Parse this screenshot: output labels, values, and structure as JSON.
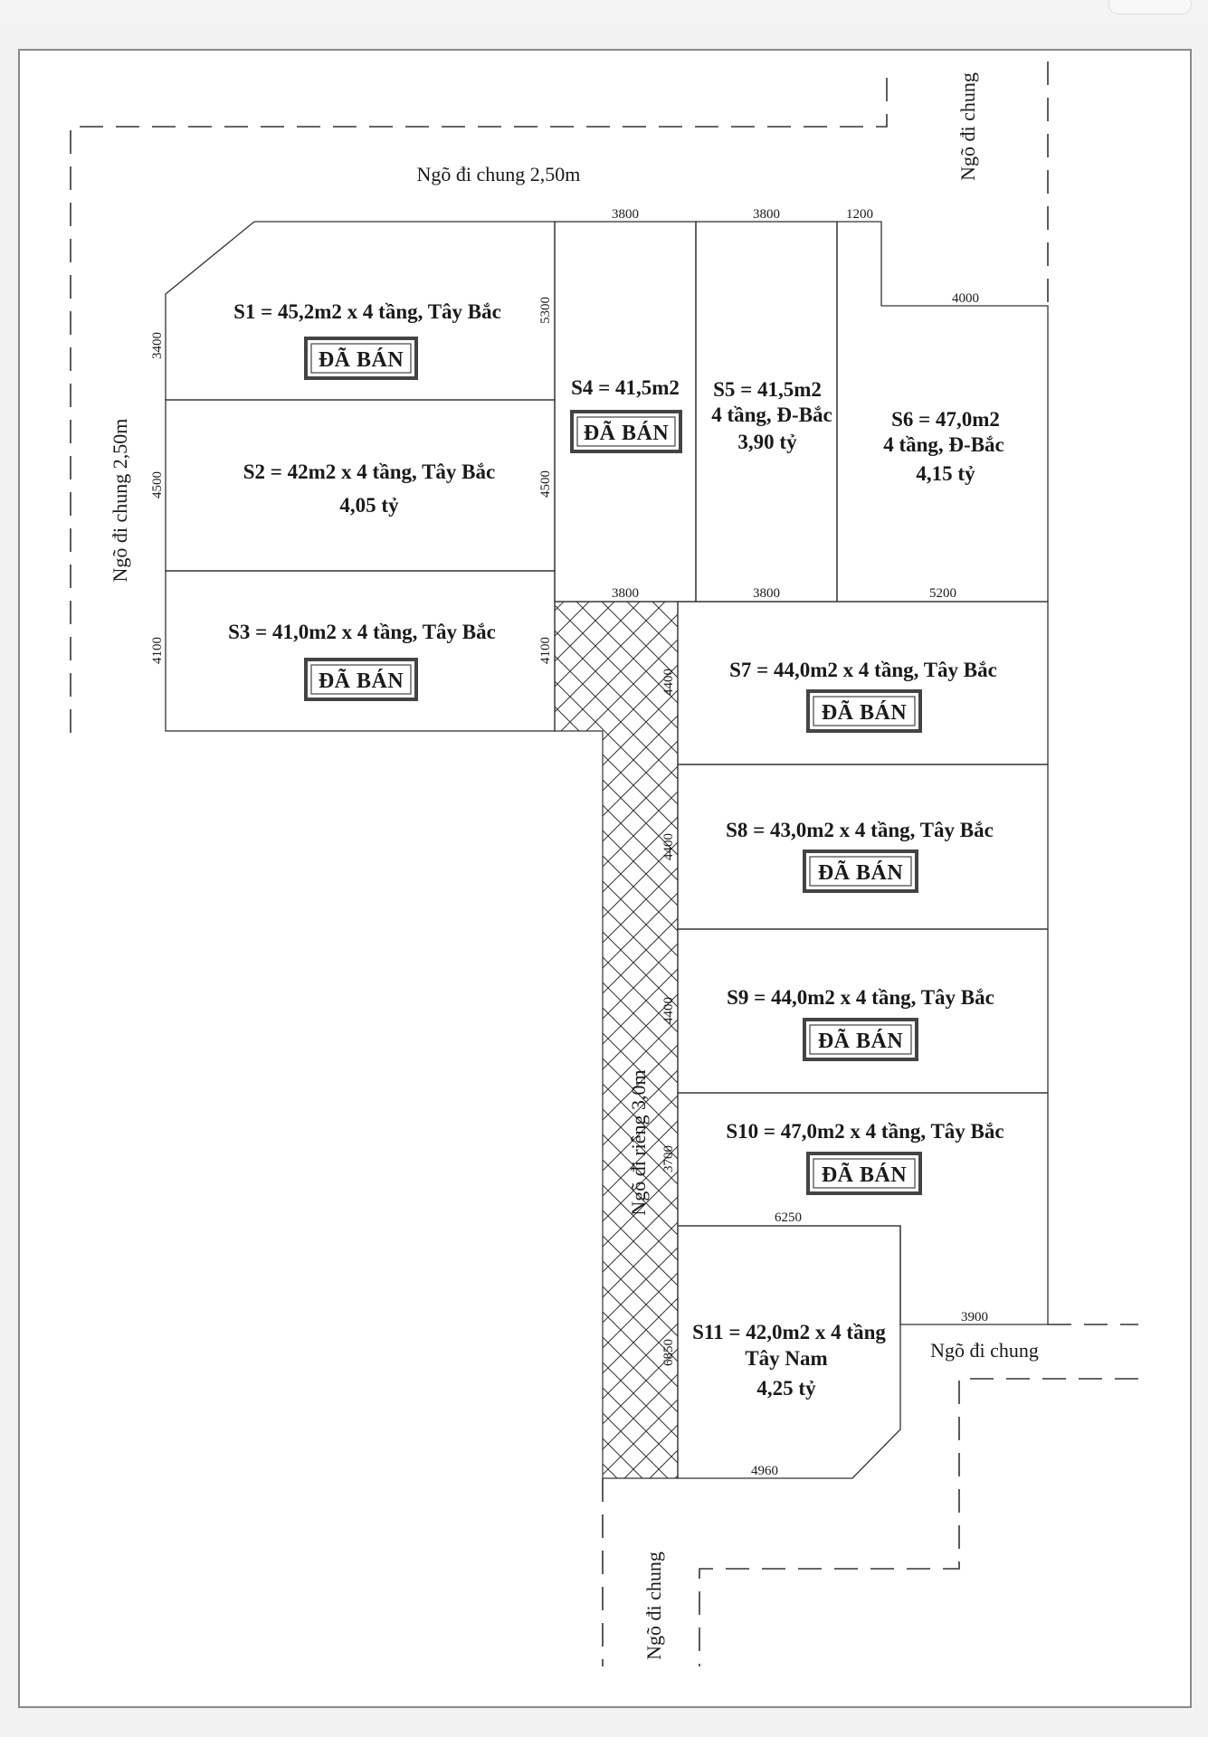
{
  "roads": {
    "top_common": "Ngõ đi chung 2,50m",
    "top_right_common": "Ngõ đi chung",
    "left_common": "Ngõ đi chung 2,50m",
    "private_lane": "Ngõ đi riêng 3,0m",
    "right_common": "Ngõ đi chung",
    "bottom_common": "Ngõ đi chung"
  },
  "sold_label": "ĐÃ BÁN",
  "lots": {
    "s1": {
      "line1": "S1 = 45,2m2 x 4 tầng, Tây Bắc",
      "sold": true
    },
    "s2": {
      "line1": "S2 = 42m2 x 4 tầng, Tây Bắc",
      "price": "4,05 tỷ"
    },
    "s3": {
      "line1": "S3 = 41,0m2 x 4 tầng, Tây Bắc",
      "sold": true
    },
    "s4": {
      "line1": "S4 = 41,5m2",
      "sold": true
    },
    "s5": {
      "line1": "S5 = 41,5m2",
      "line2": "4 tầng, Đ-Bắc",
      "price": "3,90 tỷ"
    },
    "s6": {
      "line1": "S6 = 47,0m2",
      "line2": "4 tầng, Đ-Bắc",
      "price": "4,15 tỷ"
    },
    "s7": {
      "line1": "S7 = 44,0m2 x 4 tầng, Tây Bắc",
      "sold": true
    },
    "s8": {
      "line1": "S8 = 43,0m2 x 4 tầng, Tây Bắc",
      "sold": true
    },
    "s9": {
      "line1": "S9 = 44,0m2 x 4 tầng, Tây Bắc",
      "sold": true
    },
    "s10": {
      "line1": "S10 = 47,0m2 x 4 tầng, Tây Bắc",
      "sold": true
    },
    "s11": {
      "line1": "S11 = 42,0m2 x 4 tầng",
      "line2": "Tây Nam",
      "price": "4,25 tỷ"
    }
  },
  "dims": {
    "top_s4": "3800",
    "top_s5": "3800",
    "top_notch": "1200",
    "notch_s6": "4000",
    "s1_depth": "3400",
    "s2_depth": "4500",
    "s3_depth": "4100",
    "s4_top": "5300",
    "s4_bottom": "4500",
    "s3_right": "4100",
    "bot_s4": "3800",
    "bot_s5": "3800",
    "bot_s6": "5200",
    "s7": "4400",
    "s8": "4400",
    "s9": "4400",
    "s10": "3700",
    "s11_top": "6250",
    "s11_side": "6850",
    "s11_bottom": "4960",
    "right_3900": "3900"
  }
}
